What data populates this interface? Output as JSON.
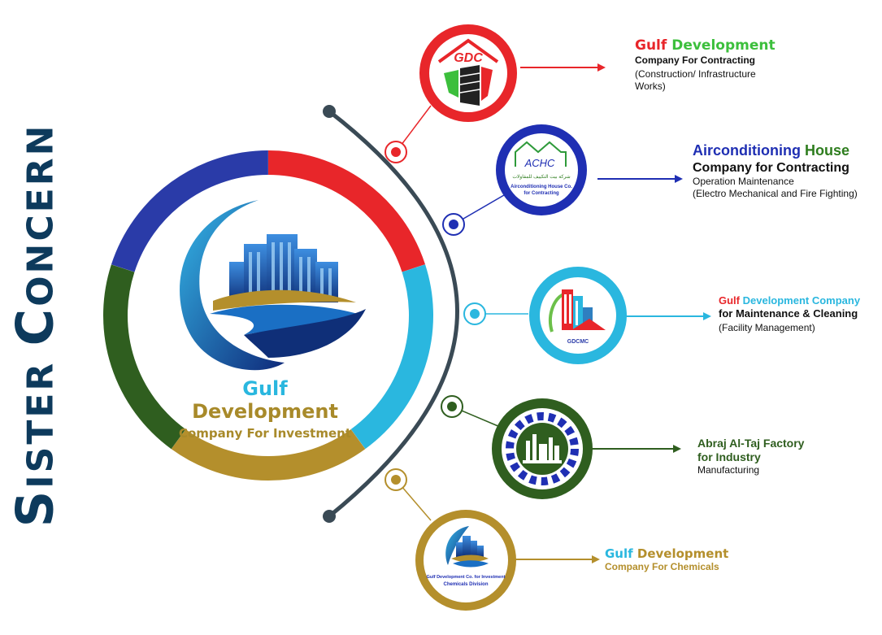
{
  "title": {
    "big_s": "S",
    "rest1": "ISTER ",
    "big_c": "C",
    "rest2": "ONCERN"
  },
  "center": {
    "name_a": "Gulf ",
    "name_b": "Development",
    "name_line2": "Company For Investment",
    "ring_colors": [
      "#e8262a",
      "#2ab7df",
      "#b48f2c",
      "#2f5e1f",
      "#2a3ba8"
    ]
  },
  "colors": {
    "title": "#0d3a5c",
    "timeline": "#3a4a55",
    "gold": "#a88a2a"
  },
  "concerns": [
    {
      "color": "#e8262a",
      "name_a": "Gulf ",
      "name_b": "Development",
      "name_a_color": "#e8262a",
      "name_b_color": "#3cbf3c",
      "line2": "Company For Contracting",
      "line3": "(Construction/ Infrastructure",
      "line4": "Works)",
      "logo_text": "GDC",
      "icon": "gdc-building-logo-icon"
    },
    {
      "color": "#1f2fb3",
      "name_a": "Airconditioning ",
      "name_b": "House",
      "name_a_color": "#1f2fb3",
      "name_b_color": "#2e7d1e",
      "line2": "Company for Contracting",
      "line3": "Operation Maintenance",
      "line4": "(Electro Mechanical and Fire Fighting)",
      "logo_text": "شركة بيت التكييف للمقاولات",
      "logo_text2": "Airconditioning House Co.",
      "logo_text3": "for Contracting",
      "icon": "house-logo-icon"
    },
    {
      "color": "#2ab7df",
      "name_a": "Gulf ",
      "name_b": "Development Company",
      "name_a_color": "#e8262a",
      "name_b_color": "#2ab7df",
      "line2": "for Maintenance & Cleaning",
      "line3": "(Facility Management)",
      "line4": "",
      "logo_text": "GDCMC",
      "icon": "buildings-logo-icon"
    },
    {
      "color": "#2f5e1f",
      "name_a": "Abraj Al-Taj Factory",
      "name_b": "",
      "name_a_color": "#2f5e1f",
      "name_b_color": "#2f5e1f",
      "line2": "for Industry",
      "line3": "Manufacturing",
      "line4": "",
      "icon": "factory-gear-logo-icon"
    },
    {
      "color": "#b48f2c",
      "name_a": "Gulf ",
      "name_b": "Development",
      "name_a_color": "#2ab7df",
      "name_b_color": "#b48f2c",
      "line2": "Company For Chemicals",
      "line3": "",
      "line4": "",
      "logo_text": "Gulf Development Co. for Investment",
      "logo_text2": "Chemicals Division",
      "icon": "chemicals-logo-icon"
    }
  ]
}
